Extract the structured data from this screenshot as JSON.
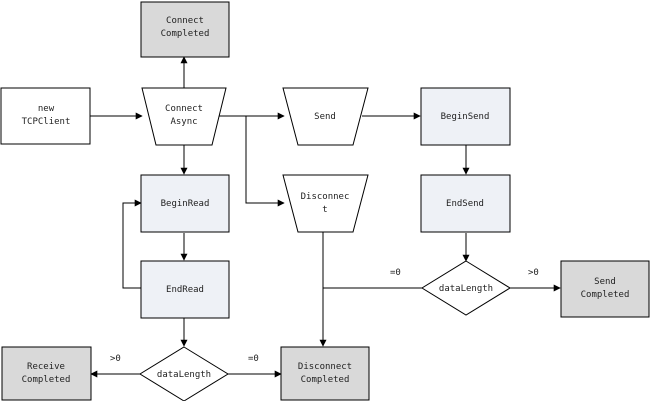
{
  "nodes": {
    "connect_completed": {
      "line1": "Connect",
      "line2": "Completed"
    },
    "new_tcpclient": {
      "line1": "new",
      "line2": "TCPClient"
    },
    "connect_async": {
      "line1": "Connect",
      "line2": "Async"
    },
    "send": {
      "line1": "Send"
    },
    "begin_send": {
      "line1": "BeginSend"
    },
    "begin_read": {
      "line1": "BeginRead"
    },
    "disconnect": {
      "line1": "Disconnec",
      "line2": "t"
    },
    "end_send": {
      "line1": "EndSend"
    },
    "end_read": {
      "line1": "EndRead"
    },
    "datalength_right": {
      "line1": "dataLength"
    },
    "send_completed": {
      "line1": "Send",
      "line2": "Completed"
    },
    "receive_completed": {
      "line1": "Receive",
      "line2": "Completed"
    },
    "datalength_bottom": {
      "line1": "dataLength"
    },
    "disconnect_completed": {
      "line1": "Disconnect",
      "line2": "Completed"
    }
  },
  "edge_labels": {
    "right_zero": "=0",
    "right_positive": ">0",
    "bottom_positive": ">0",
    "bottom_zero": "=0"
  },
  "colors": {
    "gray_fill": "#d9d9d9",
    "blue_fill": "#eef1f6",
    "white_fill": "#ffffff",
    "stroke": "#000000"
  }
}
